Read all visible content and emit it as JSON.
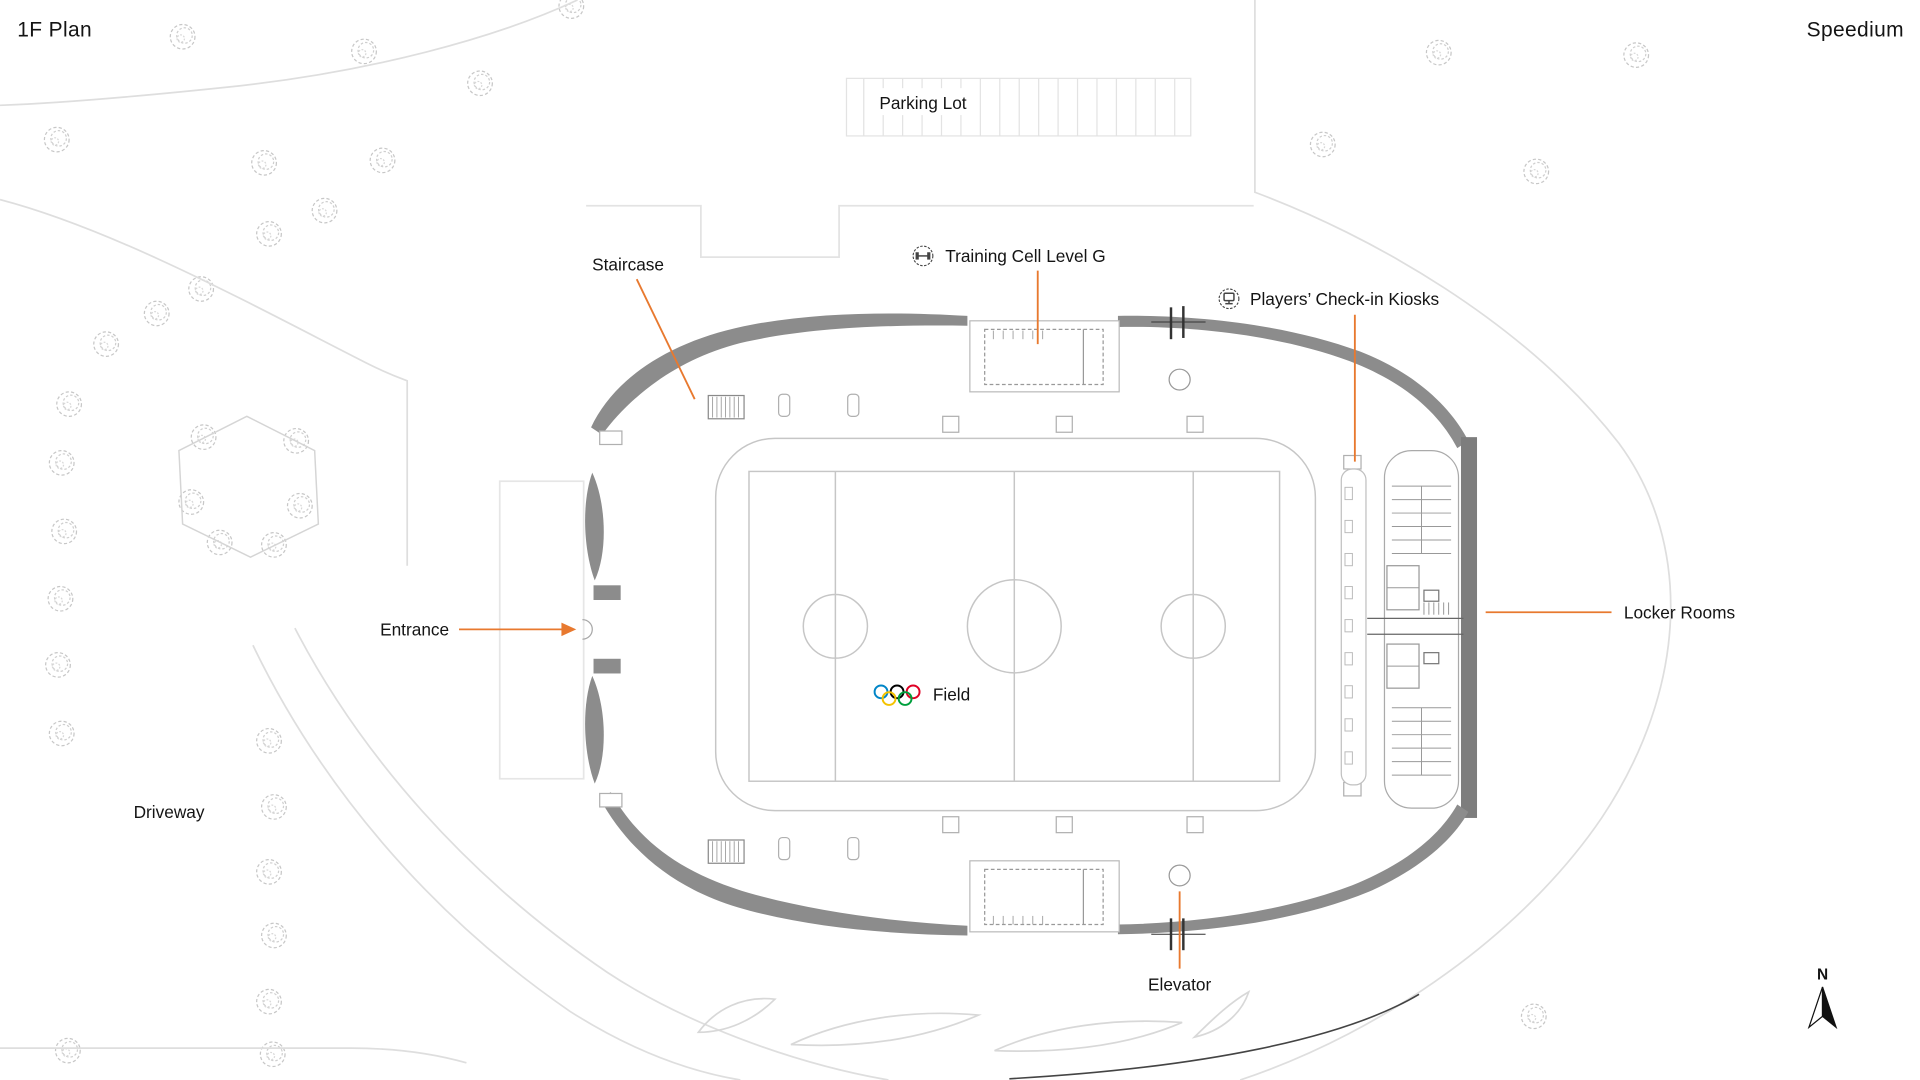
{
  "page": {
    "title": "1F Plan",
    "brand": "Speedium"
  },
  "labels": {
    "parking_lot": "Parking Lot",
    "staircase": "Staircase",
    "training_cell": "Training Cell Level G",
    "kiosks": "Players’ Check-in Kiosks",
    "entrance": "Entrance",
    "locker_rooms": "Locker Rooms",
    "field": "Field",
    "driveway": "Driveway",
    "elevator": "Elevator",
    "north": "N"
  },
  "colors": {
    "annotation_orange": "#E8792F",
    "bowl_gray": "#8C8C8C",
    "line_gray": "#C4C4C4",
    "ring_blue": "#0085C7",
    "ring_black": "#000000",
    "ring_red": "#DF0024",
    "ring_yellow": "#F4C300",
    "ring_green": "#009F3D"
  },
  "icons": {
    "training_cell": "gym-machine-icon",
    "kiosks": "check-in-kiosk-icon",
    "field": "olympic-rings-icon",
    "north": "north-arrow-icon"
  }
}
